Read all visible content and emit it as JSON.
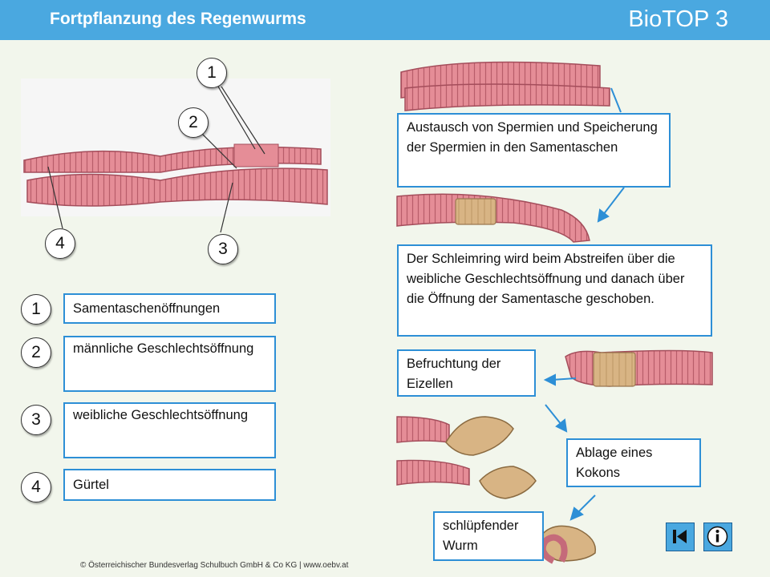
{
  "header": {
    "title": "Fortpflanzung des Regenwurms",
    "brand": "BioTOP 3",
    "color": "#4aa8e0"
  },
  "diagram_labels": {
    "n1": "1",
    "n2": "2",
    "n3": "3",
    "n4": "4"
  },
  "legend": [
    {
      "number": "1",
      "text": "Samentaschenöffnungen"
    },
    {
      "number": "2",
      "text": "männliche Geschlechtsöffnung"
    },
    {
      "number": "3",
      "text": "weibliche Geschlechtsöffnung"
    },
    {
      "number": "4",
      "text": "Gürtel"
    }
  ],
  "steps": {
    "step1": "Austausch von Spermien und Speicherung der Spermien in den Samentaschen",
    "step2": "Der Schleimring wird beim Abstreifen über die weibliche Geschlechtsöffnung und danach über die Öffnung der Samentasche geschoben.",
    "step3": "Befruchtung der Eizellen",
    "step4": "Ablage eines Kokons",
    "step5": "schlüpfender Wurm"
  },
  "footer": "© Österreichischer Bundesverlag Schulbuch GmbH & Co KG | www.oebv.at",
  "nav": {
    "first_icon": "skip-to-start-icon",
    "info_icon": "info-icon"
  },
  "colors": {
    "worm": "#e58d97",
    "clitellum": "#d8b484",
    "border": "#2d8fd6"
  }
}
